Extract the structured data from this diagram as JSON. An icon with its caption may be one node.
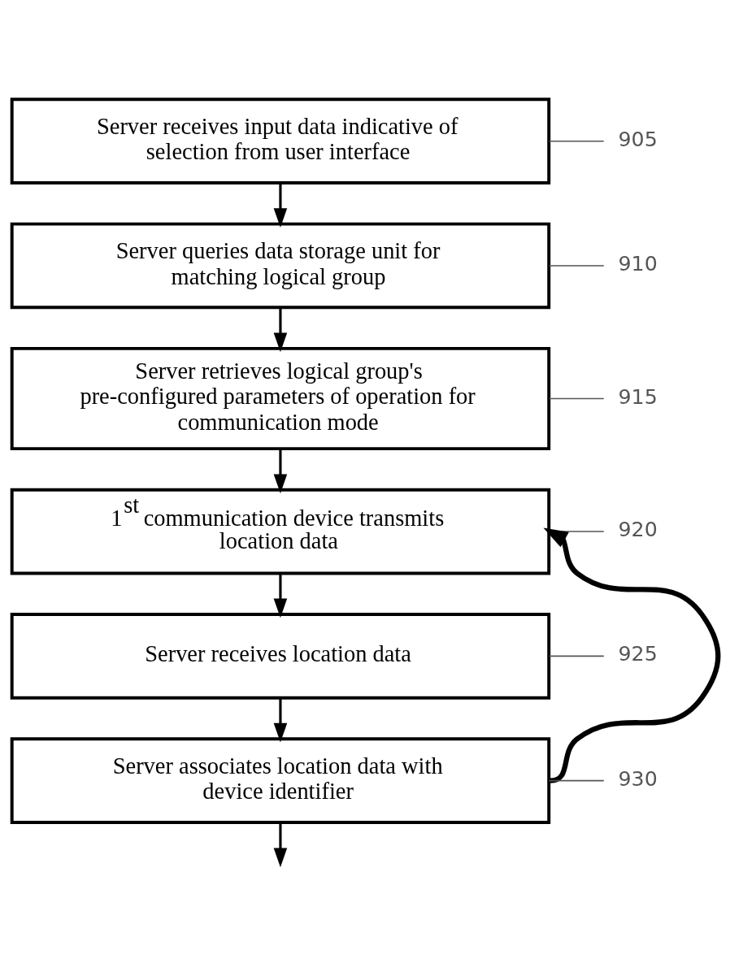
{
  "diagram": {
    "nodes": [
      {
        "text": [
          "Server receives input data indicative of selection from user interface"
        ]
      },
      {
        "text": [
          "Server queries data storage unit for matching logical group"
        ]
      },
      {
        "text": [
          "Server retrieves logical group's pre-configured parameters of operation for communication mode"
        ]
      },
      {
        "text": [
          "1$^{st}$ communication device transmits location data"
        ]
      },
      {
        "text": [
          "Server receives location data"
        ]
      },
      {
        "text": [
          "Server associates location data with device identifier"
        ]
      },
      {
        "text": [
          "905"
        ]
      },
      {
        "text": [
          "910"
        ]
      },
      {
        "text": [
          "915"
        ]
      },
      {
        "text": [
          "920"
        ]
      },
      {
        "text": [
          "925"
        ]
      },
      {
        "text": [
          "930"
        ]
      }
    ],
    "edges": [
      {
        "from": 0,
        "to": 1,
        "arrow": "to"
      },
      {
        "from": 1,
        "to": 2,
        "arrow": "to"
      },
      {
        "from": 2,
        "to": 3,
        "arrow": "to"
      },
      {
        "from": 3,
        "to": 4,
        "arrow": "to"
      },
      {
        "from": 4,
        "to": 5,
        "arrow": "to"
      },
      {
        "from": 5,
        "to": 3,
        "arrow": "to",
        "style": "thick"
      },
      {
        "from": 5,
        "to": null,
        "arrow": "to"
      },
      {
        "from": 6,
        "to": 0,
        "arrow": "none"
      },
      {
        "from": 7,
        "to": 1,
        "arrow": "none"
      },
      {
        "from": 8,
        "to": 2,
        "arrow": "none"
      },
      {
        "from": 9,
        "to": 3,
        "arrow": "none"
      },
      {
        "from": 10,
        "to": 4,
        "arrow": "none"
      },
      {
        "from": 11,
        "to": 5,
        "arrow": "none"
      }
    ]
  }
}
